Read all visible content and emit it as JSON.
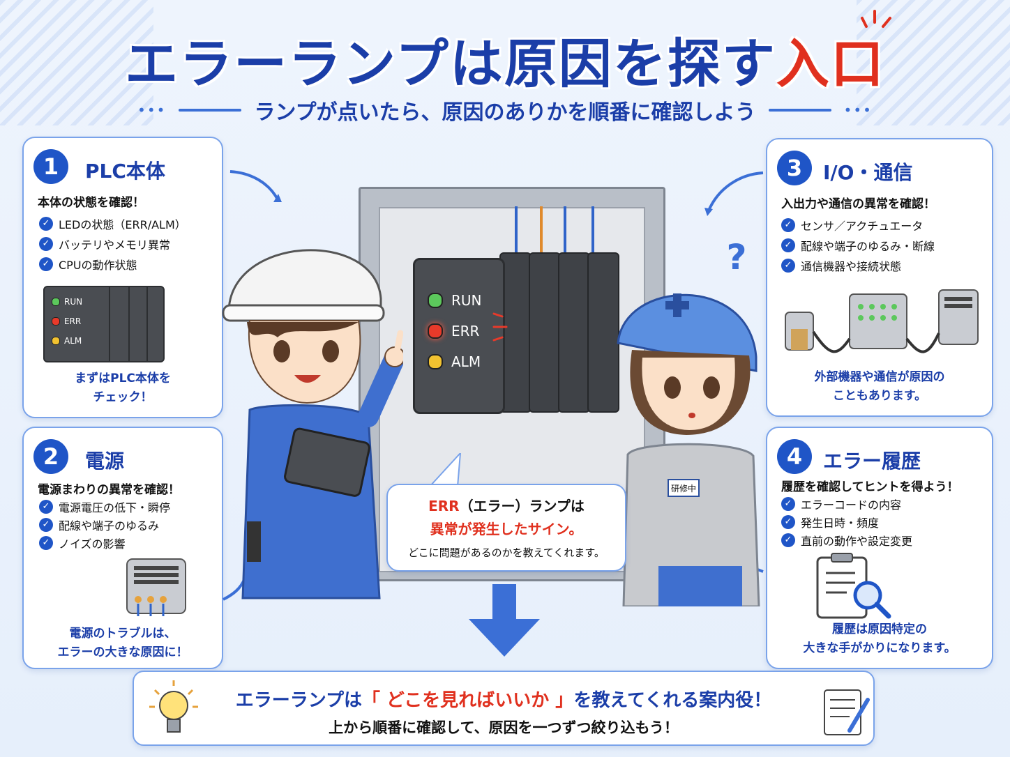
{
  "header": {
    "title_main": "エラーランプは原因を探す",
    "title_accent": "入口",
    "subtitle": "ランプが点いたら、原因のありかを順番に確認しよう"
  },
  "cards": [
    {
      "number": "1",
      "title": "PLC本体",
      "lead": "本体の状態を確認！",
      "items": [
        "LEDの状態（ERR/ALM）",
        "バッテリやメモリ異常",
        "CPUの動作状態"
      ],
      "caption_1": "まずはPLC本体を",
      "caption_2": "チェック！",
      "mini_leds": [
        "RUN",
        "ERR",
        "ALM"
      ]
    },
    {
      "number": "2",
      "title": "電源",
      "lead": "電源まわりの異常を確認！",
      "items": [
        "電源電圧の低下・瞬停",
        "配線や端子のゆるみ",
        "ノイズの影響"
      ],
      "caption_1": "電源のトラブルは、",
      "caption_2": "エラーの大きな原因に！"
    },
    {
      "number": "3",
      "title": "I/O・通信",
      "lead": "入出力や通信の異常を確認！",
      "items": [
        "センサ／アクチュエータ",
        "配線や端子のゆるみ・断線",
        "通信機器や接続状態"
      ],
      "caption_1": "外部機器や通信が原因の",
      "caption_2": "こともあります。"
    },
    {
      "number": "4",
      "title": "エラー履歴",
      "lead": "履歴を確認してヒントを得よう！",
      "items": [
        "エラーコードの内容",
        "発生日時・頻度",
        "直前の動作や設定変更"
      ],
      "caption_1": "履歴は原因特定の",
      "caption_2": "大きな手がかりになります。"
    }
  ],
  "panel": {
    "leds": [
      "RUN",
      "ERR",
      "ALM"
    ],
    "badge": "研修中"
  },
  "bubble": {
    "line1_red": "ERR",
    "line1_rest": "（エラー）ランプは",
    "line2": "異常が発生したサイン。",
    "line3": "どこに問題があるのかを教えてくれます。"
  },
  "bottom": {
    "line1_a": "エラーランプは",
    "line1_red": "「 どこを見ればいいか 」",
    "line1_b": "を教えてくれる案内役！",
    "line2": "上から順番に確認して、原因を一つずつ絞り込もう！"
  },
  "colors": {
    "primary": "#1b3ea8",
    "accent_red": "#e0301e",
    "card_border": "#7aa3ea",
    "led_run": "#5cc85c",
    "led_err": "#e83a2a",
    "led_alm": "#f2c230"
  },
  "icons": [
    "check-icon",
    "lightbulb-icon",
    "memo-icon",
    "down-arrow-icon",
    "question-icon"
  ]
}
